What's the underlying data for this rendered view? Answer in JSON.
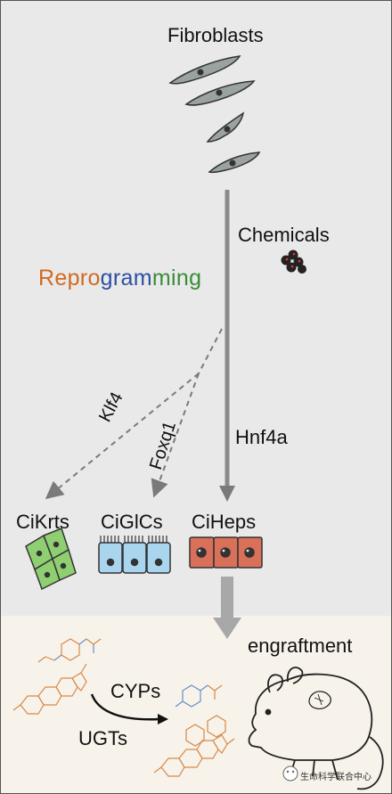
{
  "labels": {
    "title": "Fibroblasts",
    "chemicals": "Chemicals",
    "reprogramming": "Reprogramming",
    "klf4": "Klf4",
    "foxq1": "Foxq1",
    "hnf4a": "Hnf4a",
    "cikrts": "CiKrts",
    "ciglcs": "CiGlCs",
    "ciheps": "CiHeps",
    "engraftment": "engraftment",
    "cyps": "CYPs",
    "ugts": "UGTs",
    "watermark": "生命科学联合中心"
  },
  "reprogramming_colors": [
    "#d2691e",
    "#d2691e",
    "#d2691e",
    "#d2691e",
    "#d2691e",
    "#2d4fa3",
    "#2d4fa3",
    "#2d4fa3",
    "#2d4fa3",
    "#3a8c3a",
    "#3a8c3a",
    "#3a8c3a",
    "#3a8c3a"
  ],
  "colors": {
    "top_background": "#e9e9e9",
    "bottom_background": "#f7f3ea",
    "arrow_gray": "#8a8a8a",
    "fibroblast_fill": "#9aa3a0",
    "keratinocyte_fill": "#8fcf72",
    "glandular_fill": "#a9d6ee",
    "hepatocyte_fill": "#d9705a",
    "molecule_orange": "#d9884a",
    "molecule_blue": "#6b8fc4"
  }
}
